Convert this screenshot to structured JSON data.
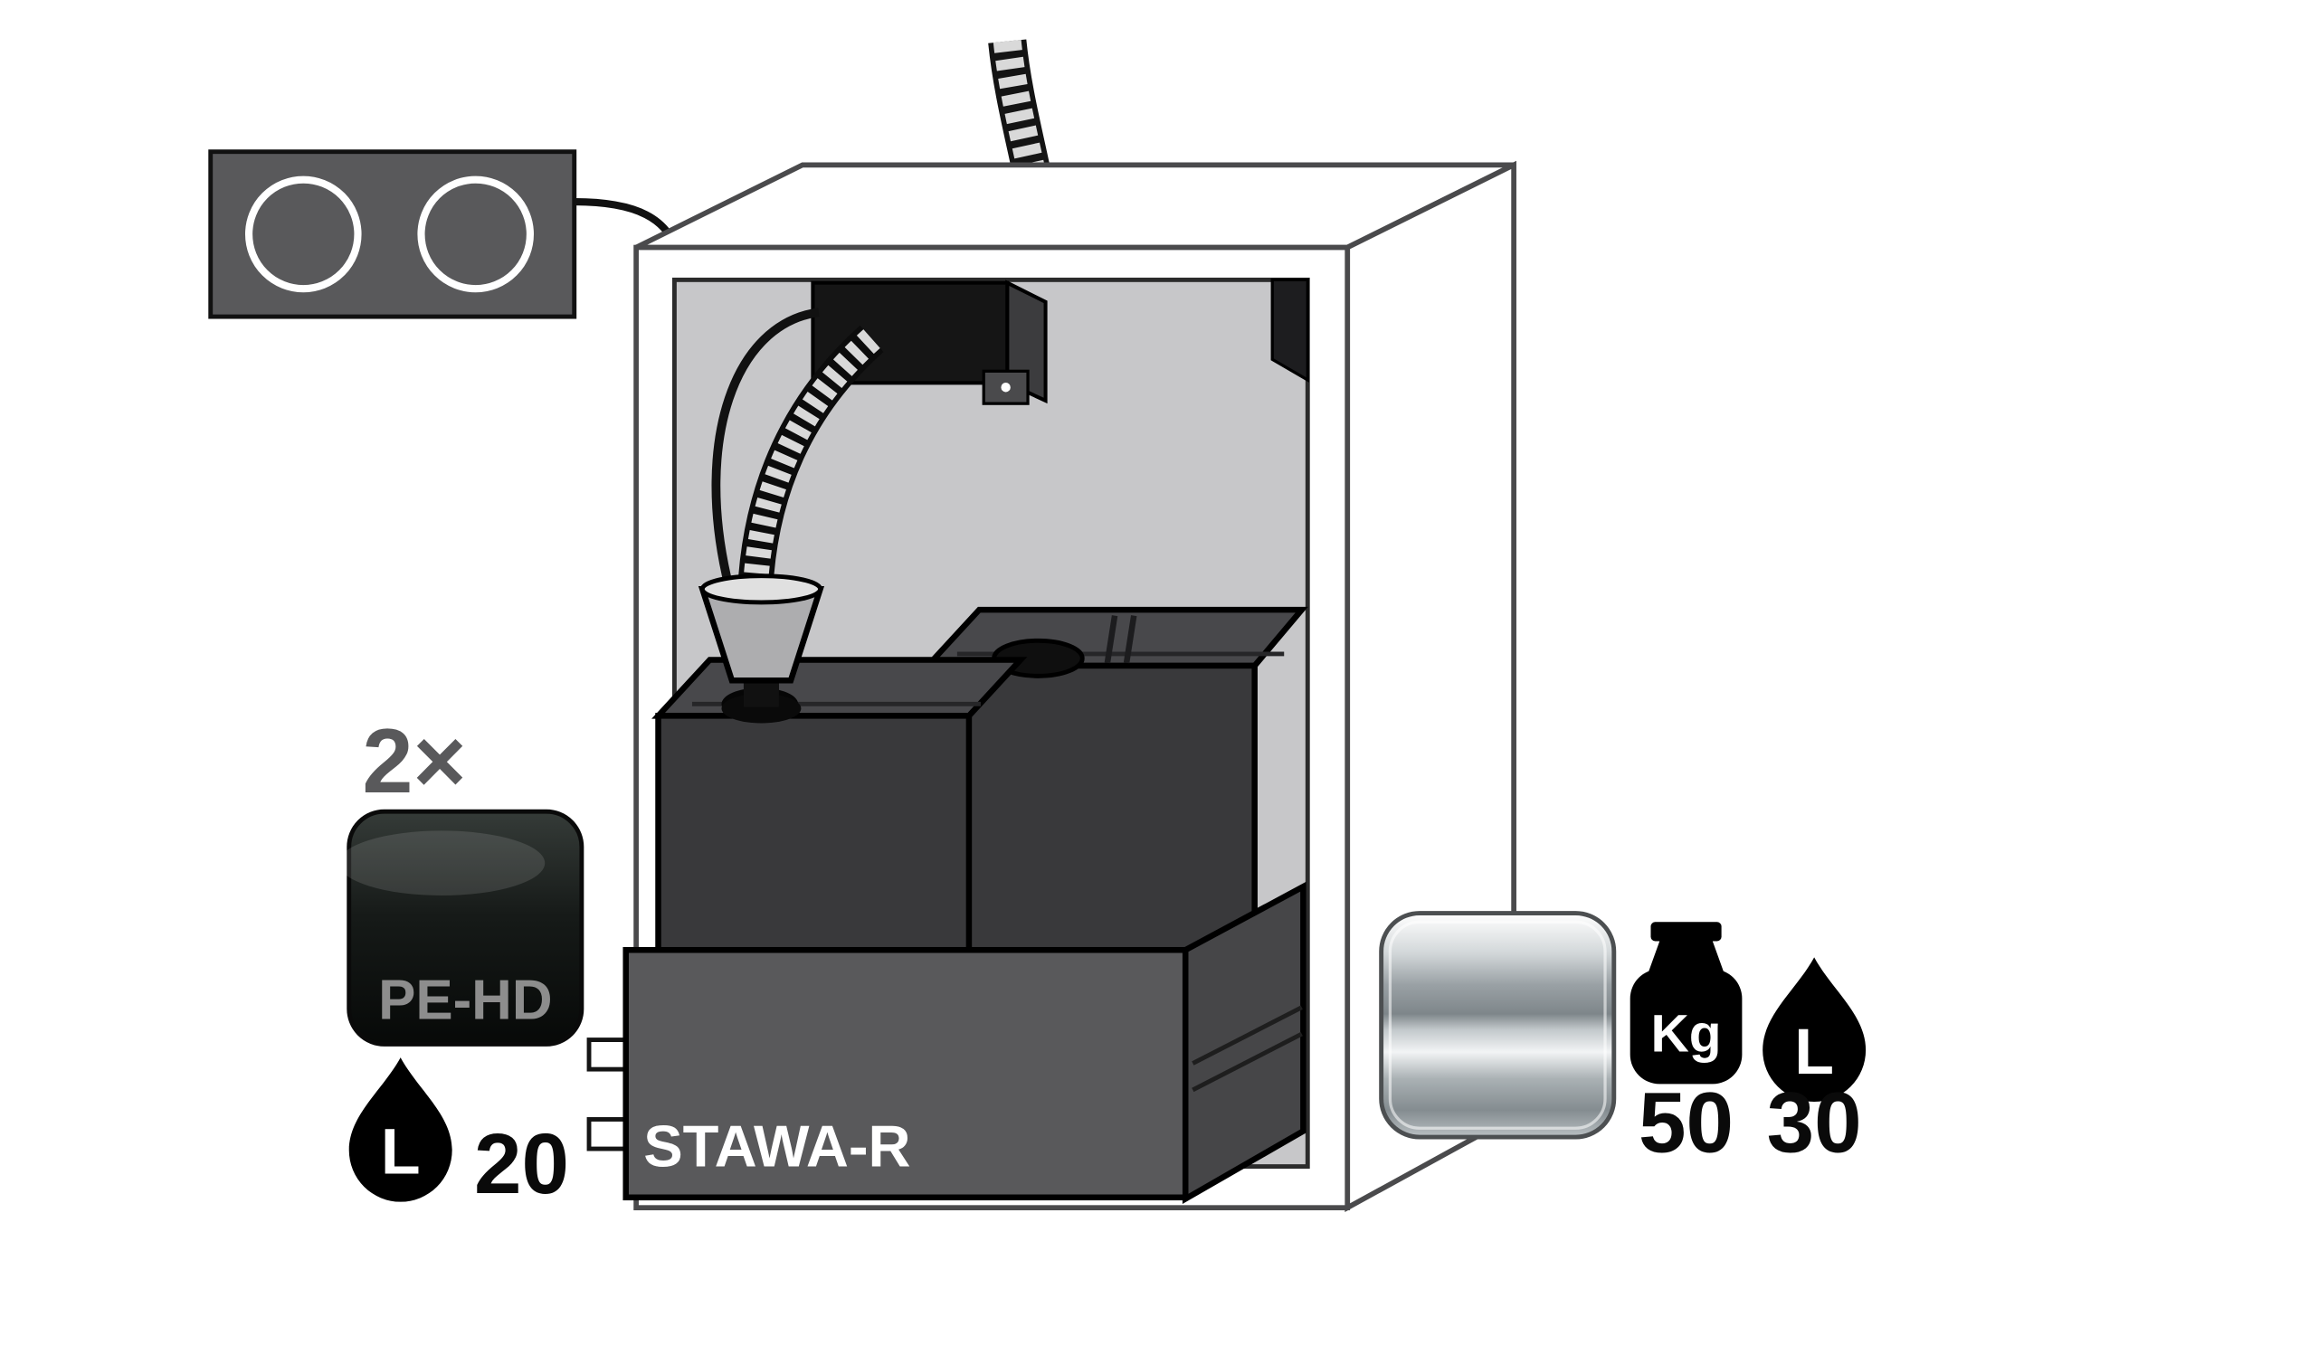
{
  "diagram": {
    "sump_label": "STAWA-R",
    "spec_left": {
      "quantity": "2×",
      "material": "PE-HD",
      "unit": "L",
      "value": "20"
    },
    "spec_right": {
      "weight_unit": "Kg",
      "weight_value": "50",
      "volume_unit": "L",
      "volume_value": "30"
    },
    "icons": {
      "fan_unit": "dual-fan-extraction-icon",
      "drop": "liquid-drop-icon",
      "weight": "kg-weight-icon",
      "pe_hd_swatch": "pe-hd-material-swatch",
      "steel_swatch": "steel-material-swatch",
      "hose": "corrugated-hose-icon",
      "funnel": "funnel-icon"
    },
    "colors": {
      "sump_gray": "#59595b",
      "canister_gray": "#39393b",
      "canister_top_gray": "#48484b",
      "interior_gray": "#c7c7c9",
      "box_gray": "#59595b",
      "black": "#0a0a0a",
      "white": "#ffffff"
    }
  }
}
